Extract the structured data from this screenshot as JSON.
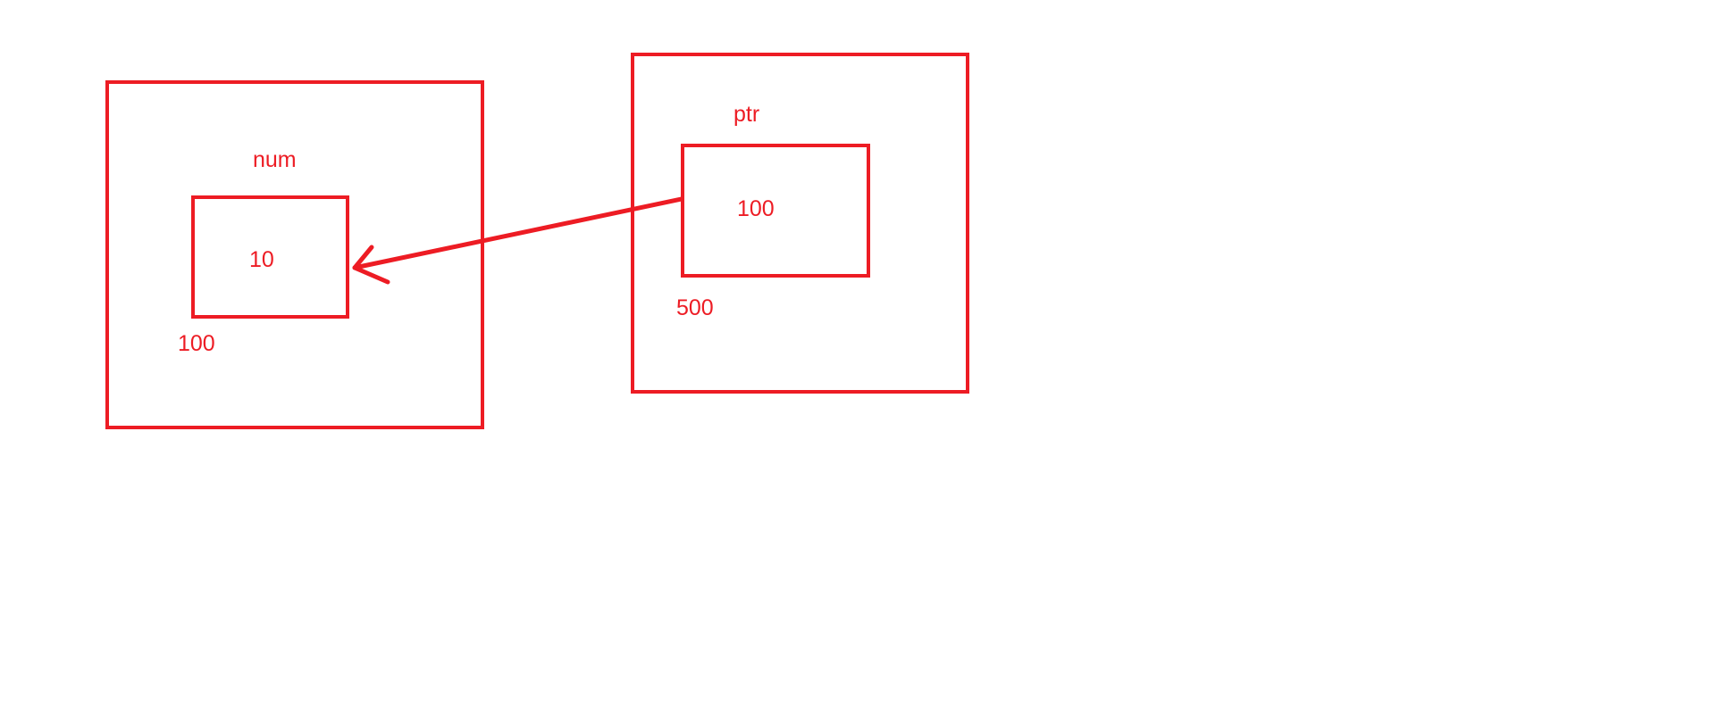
{
  "diagram": {
    "stroke_color": "#ed1c24",
    "background": "#ffffff",
    "variables": [
      {
        "id": "num",
        "name": "num",
        "value": "10",
        "address": "100"
      },
      {
        "id": "ptr",
        "name": "ptr",
        "value": "100",
        "address": "500"
      }
    ],
    "arrow": {
      "from": "ptr",
      "to": "num",
      "meaning": "ptr points to num"
    }
  }
}
